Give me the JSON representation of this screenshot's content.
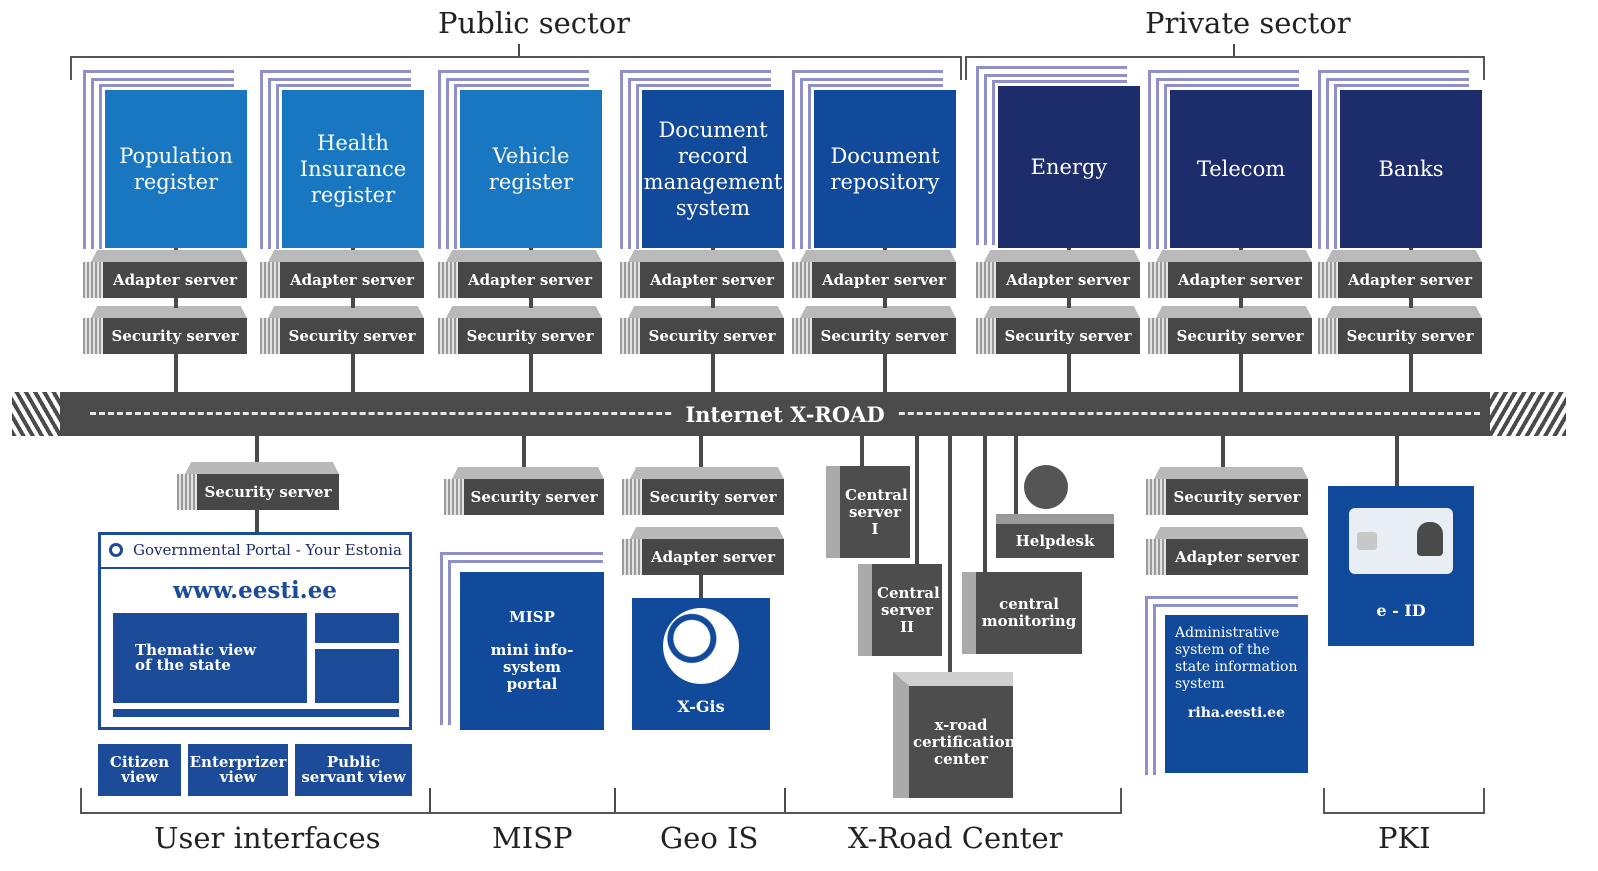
{
  "sections": {
    "public": "Public sector",
    "private": "Private sector",
    "user_interfaces": "User interfaces",
    "misp": "MISP",
    "geo": "Geo IS",
    "xroad_center": "X-Road Center",
    "pki": "PKI"
  },
  "systems": [
    {
      "label": "Population register"
    },
    {
      "label": "Health Insurance register"
    },
    {
      "label": "Vehicle register"
    },
    {
      "label": "Document record management system"
    },
    {
      "label": "Document repository"
    },
    {
      "label": "Energy"
    },
    {
      "label": "Telecom"
    },
    {
      "label": "Banks"
    }
  ],
  "servers": {
    "adapter": "Adapter server",
    "security": "Security server"
  },
  "road_label": "Internet X-ROAD",
  "portal": {
    "search": "Governmental Portal - Your Estonia",
    "url": "www.eesti.ee",
    "thematic": "Thematic view of the state",
    "views": [
      "Citizen view",
      "Enterprizer view",
      "Public servant view"
    ]
  },
  "misp_box": {
    "title": "MISP",
    "subtitle": "mini info-system portal"
  },
  "xgis": "X-Gis",
  "center": {
    "central1": "Central server I",
    "central2": "Central server II",
    "helpdesk": "Helpdesk",
    "monitoring": "central monitoring",
    "cert": "x-road certification center"
  },
  "riha": {
    "text": "Administrative system of the state information system",
    "url": "riha.eesti.ee"
  },
  "eid": "e - ID",
  "colors": {
    "light_blue": "#1977c2",
    "mid_blue": "#114a9a",
    "navy": "#1d2c6a",
    "road": "#4b4b4b"
  }
}
